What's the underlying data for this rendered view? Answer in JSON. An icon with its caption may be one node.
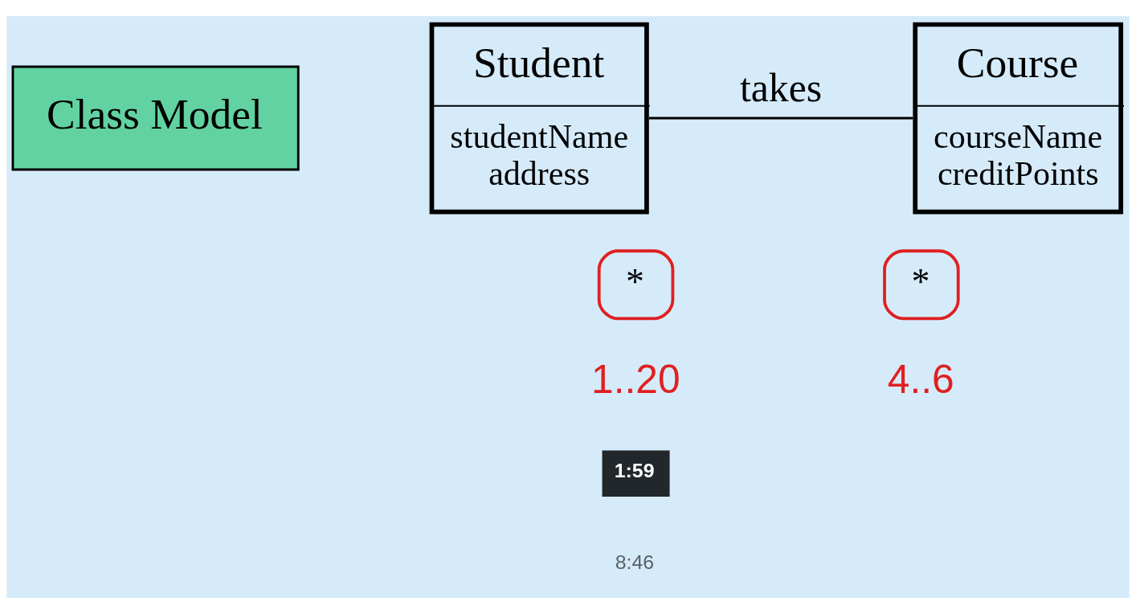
{
  "diagram": {
    "nodes": [
      {
        "text": [
          "Class Model"
        ]
      },
      {
        "text": [
          "Student",
          "studentName",
          "address"
        ]
      },
      {
        "text": [
          "Course",
          "courseName",
          "creditPoints"
        ]
      }
    ],
    "edges": [
      {
        "from": 1,
        "to": 2,
        "arrow": "none",
        "label": "takes"
      }
    ],
    "labels": [
      "*",
      "*",
      "1..20",
      "4..6",
      "1:59",
      "8:46"
    ]
  }
}
